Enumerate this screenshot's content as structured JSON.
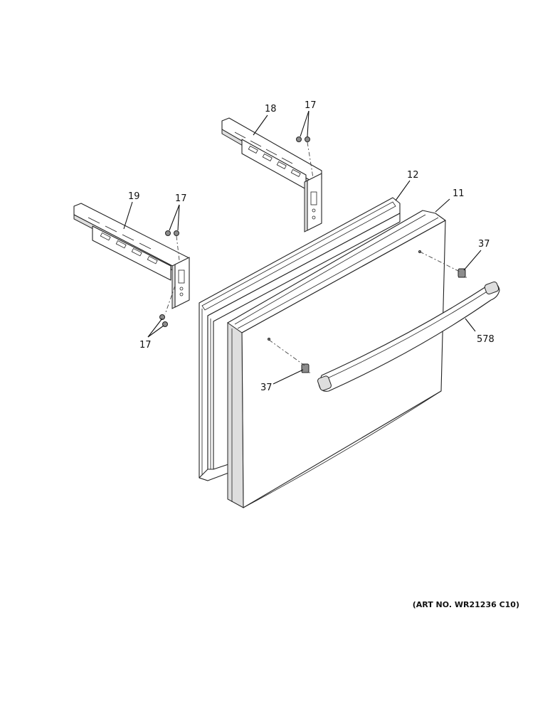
{
  "callouts": {
    "c11": "11",
    "c12": "12",
    "c17a": "17",
    "c17b": "17",
    "c17c": "17",
    "c18": "18",
    "c19": "19",
    "c37a": "37",
    "c37b": "37",
    "c578": "578"
  },
  "art_number": "(ART NO. WR21236 C10)",
  "colors": {
    "line": "#222222",
    "background": "#ffffff"
  }
}
